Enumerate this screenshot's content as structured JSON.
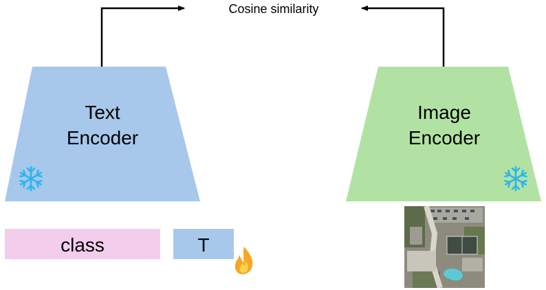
{
  "top_label": "Cosine similarity",
  "text_encoder": {
    "line1": "Text",
    "line2": "Encoder",
    "fill": "#a7c8eb",
    "frozen_icon": "snowflake-icon"
  },
  "image_encoder": {
    "line1": "Image",
    "line2": "Encoder",
    "fill": "#b2e2a3",
    "frozen_icon": "snowflake-icon"
  },
  "prompt": {
    "class_label": "class",
    "class_fill": "#f2cdec",
    "token_label": "T",
    "token_fill": "#a7c8eb",
    "trainable_icon": "flame-icon"
  },
  "input_image": {
    "icon": "aerial-photo-icon"
  },
  "colors": {
    "snowflake": "#2bb5f0",
    "flame_outer": "#f5a623",
    "flame_inner": "#fcd34d",
    "arrow": "#000000"
  }
}
